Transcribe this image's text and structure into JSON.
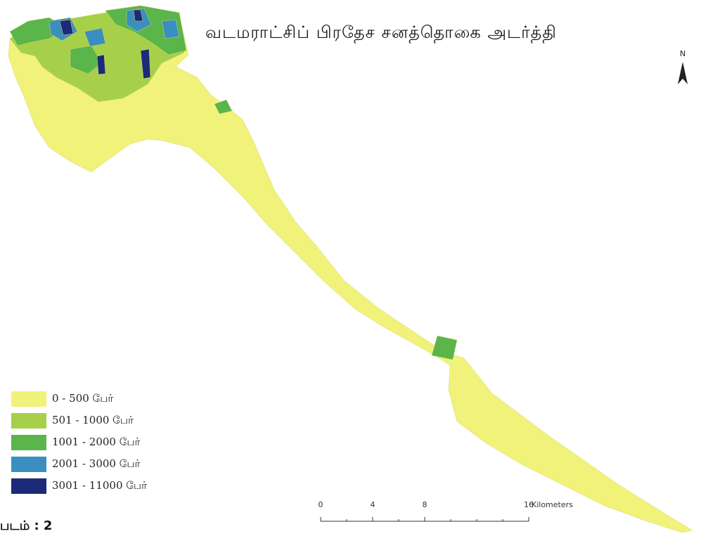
{
  "title": "வடமராட்சிப் பிரதேச சனத்தொகை அடர்த்தி",
  "north_label": "N",
  "figure_label": "படம் : 2",
  "colors": {
    "class1": "#f1f27a",
    "class2": "#a6d04a",
    "class3": "#5ab54a",
    "class4": "#3a8fc0",
    "class5": "#1c2a78"
  },
  "legend": [
    {
      "label": "0 - 500 பேர்",
      "color": "#f1f27a"
    },
    {
      "label": "501 - 1000 பேர்",
      "color": "#a6d04a"
    },
    {
      "label": "1001 - 2000 பேர்",
      "color": "#5ab54a"
    },
    {
      "label": "2001 - 3000 பேர்",
      "color": "#3a8fc0"
    },
    {
      "label": "3001 - 11000 பேர்",
      "color": "#1c2a78"
    }
  ],
  "scale": {
    "ticks": [
      "0",
      "4",
      "8",
      "16"
    ],
    "unit": "Kilometers"
  }
}
